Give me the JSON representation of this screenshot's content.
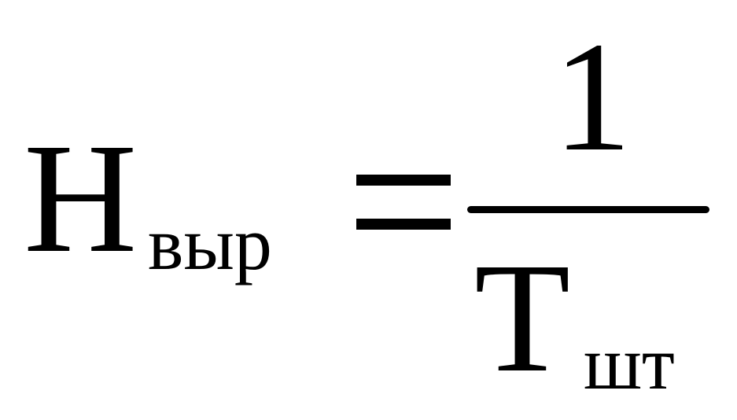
{
  "formula": {
    "lhs_symbol": "Н",
    "lhs_subscript": "выр",
    "numerator": "1",
    "denominator_symbol": "Т",
    "denominator_subscript": "шт"
  }
}
